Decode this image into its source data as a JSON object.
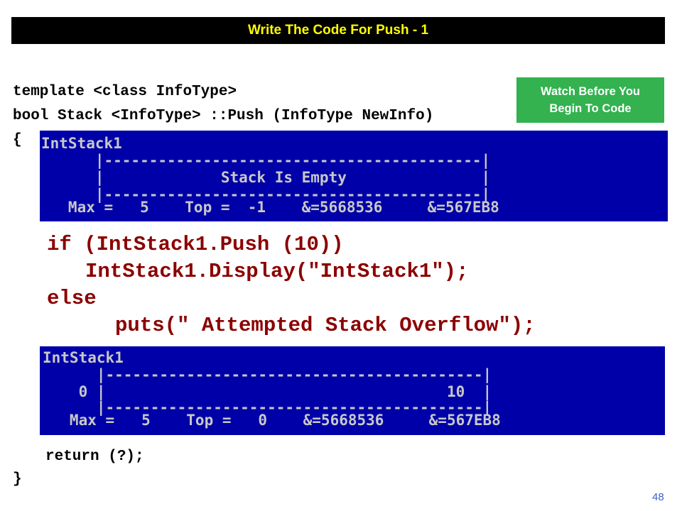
{
  "slide": {
    "title": "Write The Code For Push - 1",
    "page_number": "48",
    "colors": {
      "title_bg": "#000000",
      "title_text": "#ffff00",
      "button_bg": "#33b24f",
      "console_bg": "#0000a8",
      "code_highlight": "#8b0000"
    }
  },
  "watch_button": {
    "line1": "Watch Before You",
    "line2": "Begin To Code"
  },
  "code": {
    "line1": "template <class InfoType>",
    "line2": "bool Stack <InfoType> ::Push (InfoType NewInfo)",
    "open_brace": "{",
    "if_line": "if (IntStack1.Push (10))",
    "display_line": "IntStack1.Display(\"IntStack1\");",
    "else_line": "else",
    "puts_line": "puts(\" Attempted Stack Overflow\");",
    "return_line": "return (?);",
    "close_brace": "}"
  },
  "console_before": {
    "lines": [
      "IntStack1",
      "      |------------------------------------------|",
      "      |             Stack Is Empty               |",
      "      |------------------------------------------|",
      "   Max =   5    Top =  -1    &=5668536     &=567EB8"
    ]
  },
  "console_after": {
    "lines": [
      "IntStack1",
      "      |------------------------------------------|",
      "    0 |                                      10  |",
      "      |------------------------------------------|",
      "   Max =   5    Top =   0    &=5668536     &=567EB8"
    ]
  }
}
